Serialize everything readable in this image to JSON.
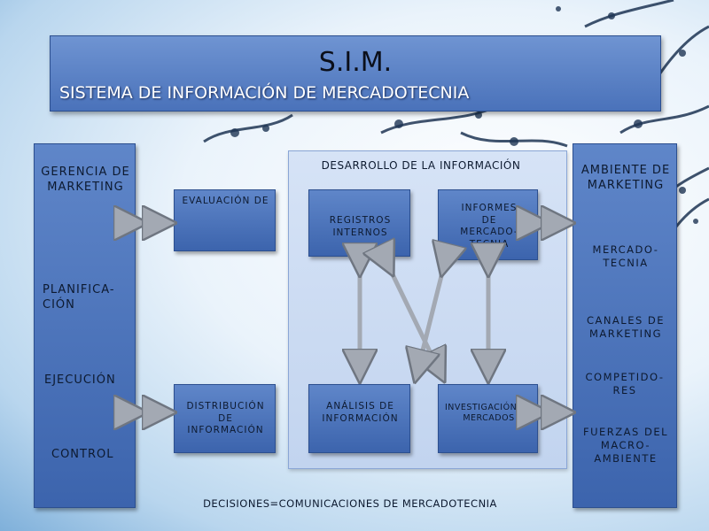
{
  "title": {
    "main": "S.I.M.",
    "subtitle": "SISTEMA DE INFORMACIÓN DE MERCADOTECNIA"
  },
  "left_column": {
    "gerencia": "GERENCIA DE MARKETING",
    "planificacion": "PLANIFICA-CIÓN",
    "ejecucion": "EJECUCIÓN",
    "control": "CONTROL"
  },
  "center": {
    "header": "DESARROLLO DE LA INFORMACIÓN",
    "evaluacion": "EVALUACIÓN DE",
    "registros": "REGISTROS INTERNOS",
    "informes": "INFORMES DE MERCADO-TECNIA",
    "distribucion": "DISTRIBUCIÓN DE INFORMACIÓN",
    "analisis": "ANÁLISIS DE INFORMACIÓN",
    "investigacion": "INVESTIGACIÓN DE MERCADOS",
    "footer": "DECISIONES=COMUNICACIONES DE MERCADOTECNIA"
  },
  "right_column": {
    "ambiente": "AMBIENTE DE MARKETING",
    "mercadotecnia": "MERCADO-TECNIA",
    "canales": "CANALES DE MARKETING",
    "competidores": "COMPETIDO-RES",
    "fuerzas": "FUERZAS DEL MACRO-AMBIENTE"
  },
  "colors": {
    "box_blue": "#3c64ad",
    "panel_light": "#c2d4ef",
    "arrow_gray": "#a3a9b3"
  }
}
